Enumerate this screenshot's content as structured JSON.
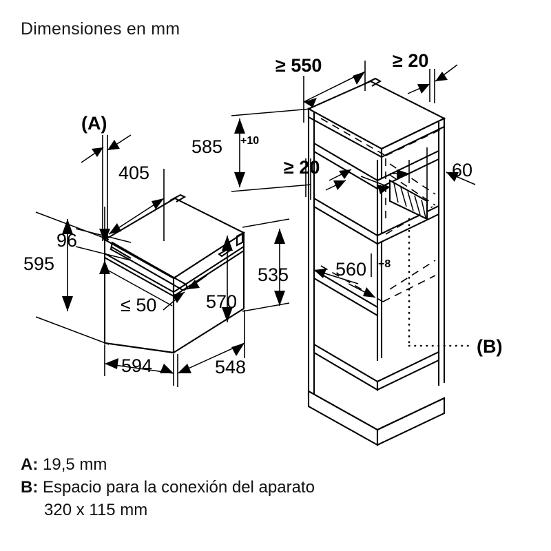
{
  "title": "Dimensiones en mm",
  "appliance_diagram": {
    "name": "oven-isometric",
    "marker_a": "(A)",
    "dimensions": {
      "width_top": "405",
      "panel_height": "96",
      "total_height": "595",
      "gap": "≤ 50",
      "depth_body": "570",
      "front_width": "594",
      "depth_case": "548",
      "depth_side": "535"
    }
  },
  "cabinet_diagram": {
    "name": "cabinet-niche-isometric",
    "marker_b": "(B)",
    "dimensions": {
      "niche_depth": "≥ 550",
      "top_gap": "≥ 20",
      "niche_height": "585",
      "niche_height_tol": "+10",
      "side_gap": "≥ 20",
      "vent_depth": "60",
      "niche_width": "560",
      "niche_width_tol": "+8"
    }
  },
  "legend": {
    "a_key": "A:",
    "a_value": "19,5 mm",
    "b_key": "B:",
    "b_value": "Espacio para la conexión del aparato",
    "b_value_line2": "320 x 115 mm"
  },
  "colors": {
    "ink": "#000000",
    "background": "#ffffff"
  }
}
